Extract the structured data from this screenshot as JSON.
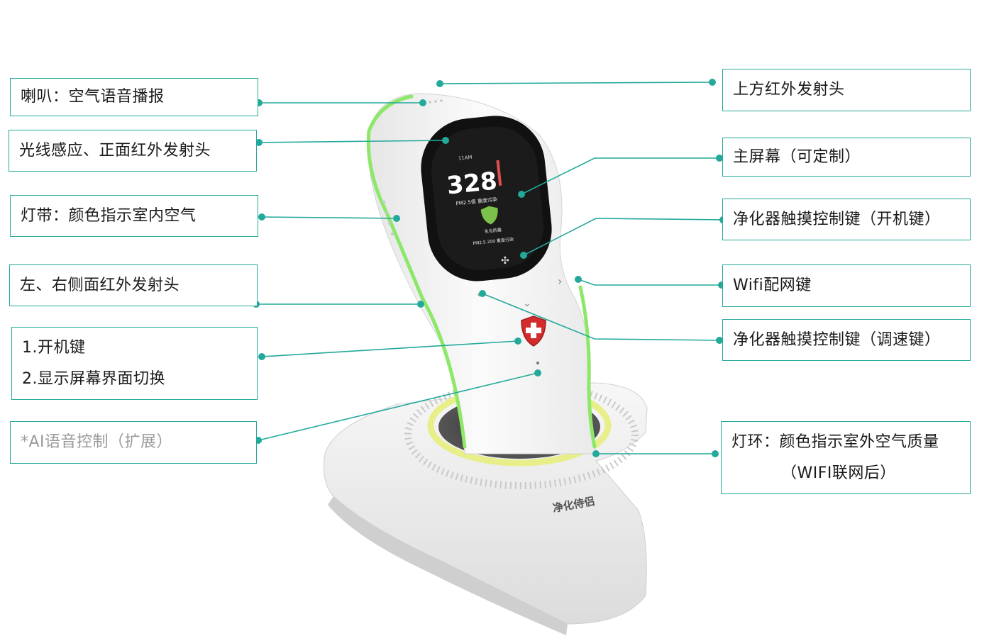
{
  "labels": {
    "speaker": "喇叭：空气语音播报",
    "light_sensor": "光线感应、正面红外发射头",
    "light_strip": "灯带：颜色指示室内空气",
    "side_ir": "左、右侧面红外发射头",
    "power_line1": "1.开机键",
    "power_line2": "2.显示屏幕界面切换",
    "ai_voice": "*AI语音控制（扩展）",
    "top_ir": "上方红外发射头",
    "main_screen": "主屏幕（可定制）",
    "touch_power": "净化器触摸控制键（开机键）",
    "wifi": "Wifi配网键",
    "touch_speed": "净化器触摸控制键（调速键）",
    "ring_line1": "灯环：颜色指示室外空气质量",
    "ring_line2": "（WIFI联网后）"
  },
  "screen": {
    "status": "11AM",
    "value": "328",
    "sub1": "PM2.5值 重度污染",
    "mode": "生化防霾",
    "sub2": "PM2.5 200 重度污染"
  },
  "brand": "净化侍侣",
  "colors": {
    "connector": "#23a99a",
    "strip": "#8de86a",
    "ring": "#e8ef8a",
    "badge": "#d42c2c"
  }
}
